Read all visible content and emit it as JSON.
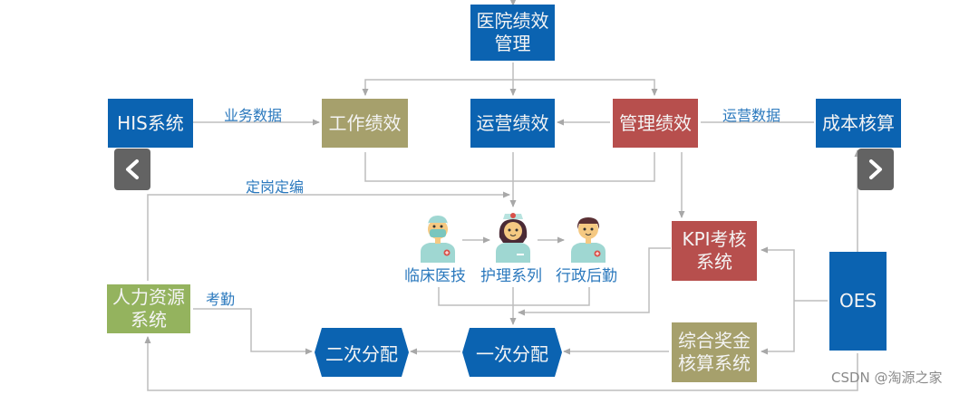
{
  "diagram": {
    "nodes": {
      "hospital_perf_mgmt": "医院绩效\n管理",
      "his_system": "HIS系统",
      "work_perf": "工作绩效",
      "ops_perf": "运营绩效",
      "mgmt_perf": "管理绩效",
      "cost_accounting": "成本核算",
      "kpi_system": "KPI考核\n系统",
      "oes": "OES",
      "hr_system": "人力资源\n系统",
      "bonus_system": "综合奖金\n核算系统",
      "first_alloc": "一次分配",
      "second_alloc": "二次分配"
    },
    "roles": {
      "clinical": "临床医技",
      "nursing": "护理系列",
      "admin": "行政后勤"
    },
    "edge_labels": {
      "business_data": "业务数据",
      "ops_data": "运营数据",
      "post_staffing": "定岗定编",
      "attendance": "考勤"
    },
    "colors": {
      "blue": "#0b63b1",
      "olive": "#a6a06c",
      "red": "#b74f4d",
      "green": "#94b35e",
      "label_text": "#2a78bd",
      "connector": "#b5b5b5"
    }
  },
  "nav": {
    "prev_icon": "chevron-left-icon",
    "next_icon": "chevron-right-icon"
  },
  "watermark": "CSDN @淘源之家"
}
